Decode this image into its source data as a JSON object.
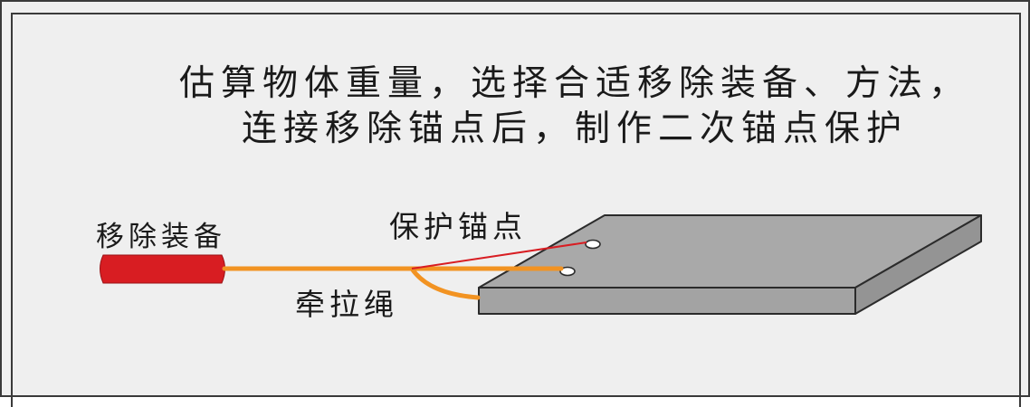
{
  "diagram": {
    "title_lines": [
      "估算物体重量，选择合适移除装备、方法，",
      "连接移除锚点后，制作二次锚点保护"
    ],
    "labels": {
      "removal_equipment": "移除装备",
      "protection_anchor": "保护锚点",
      "pull_rope": "牵拉绳"
    },
    "colors": {
      "background": "#efefef",
      "border": "#3a3a3a",
      "equipment": "#d81d22",
      "pull_rope": "#f29322",
      "protection_line": "#d81d22",
      "slab_top": "#a9a9a9",
      "slab_side": "#8f8f8f"
    }
  }
}
